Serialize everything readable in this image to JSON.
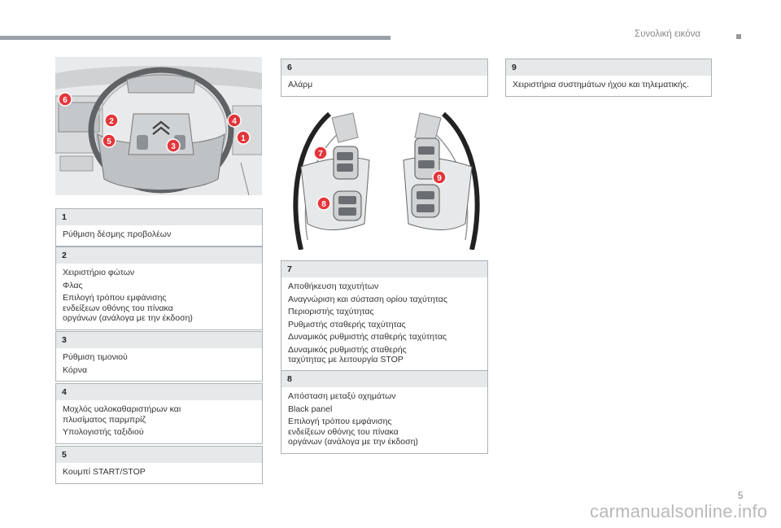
{
  "header": {
    "section_title": "Συνολική εικόνα"
  },
  "page_number": "5",
  "watermark": "carmanualsonline.info",
  "left_figure": {
    "badges": [
      "6",
      "2",
      "5",
      "3",
      "4",
      "1"
    ]
  },
  "right_figure": {
    "badges": [
      "7",
      "9",
      "8"
    ]
  },
  "boxes": [
    {
      "id": "1",
      "lines": [
        "Ρύθμιση δέσμης προβολέων"
      ]
    },
    {
      "id": "2",
      "lines": [
        "Χειριστήριο φώτων",
        "Φλας",
        "Επιλογή τρόπου εμφάνισης\nενδείξεων οθόνης του πίνακα\nοργάνων (ανάλογα με την έκδοση)"
      ]
    },
    {
      "id": "3",
      "lines": [
        "Ρύθμιση τιμονιού",
        "Κόρνα"
      ]
    },
    {
      "id": "4",
      "lines": [
        "Μοχλός υαλοκαθαριστήρων και\nπλυσίματος παρμπρίζ",
        "Υπολογιστής ταξιδιού"
      ]
    },
    {
      "id": "5",
      "lines": [
        "Κουμπί START/STOP"
      ]
    },
    {
      "id": "6",
      "lines": [
        "Αλάρμ"
      ]
    },
    {
      "id": "7",
      "lines": [
        "Αποθήκευση ταχυτήτων",
        "Αναγνώριση και σύσταση ορίου ταχύτητας",
        "Περιοριστής ταχύτητας",
        "Ρυθμιστής σταθερής ταχύτητας",
        "Δυναμικός ρυθμιστής σταθερής ταχύτητας",
        "Δυναμικός ρυθμιστής σταθερής\nταχύτητας με λειτουργία STOP"
      ]
    },
    {
      "id": "8",
      "lines": [
        "Απόσταση μεταξύ οχημάτων",
        "Black panel",
        "Επιλογή τρόπου εμφάνισης\nενδείξεων οθόνης του πίνακα\nοργάνων (ανάλογα με την έκδοση)"
      ]
    },
    {
      "id": "9",
      "lines": [
        "Χειριστήρια συστημάτων ήχου και τηλεματικής."
      ]
    }
  ],
  "colors": {
    "badge": "#e3363b",
    "header_bg": "#e6e8ea",
    "border": "#aeb2b6"
  }
}
